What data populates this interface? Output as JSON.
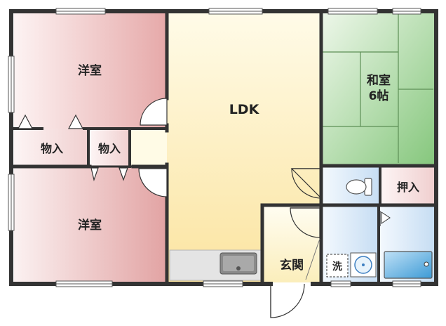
{
  "rooms": {
    "western_top": "洋室",
    "western_bottom": "洋室",
    "ldk": "LDK",
    "washitsu_line1": "和室",
    "washitsu_line2": "6帖",
    "storage_left": "物入",
    "storage_center": "物入",
    "oshiire": "押入",
    "entrance": "玄関",
    "laundry": "洗"
  },
  "colors": {
    "western": "#e8aaaa",
    "ldk": "#fbe7a6",
    "washitsu": "#8fcf87",
    "storage": "#f6dede",
    "bath": "#cfe3f5",
    "entrance": "#fff6cf",
    "wall": "#333333"
  }
}
